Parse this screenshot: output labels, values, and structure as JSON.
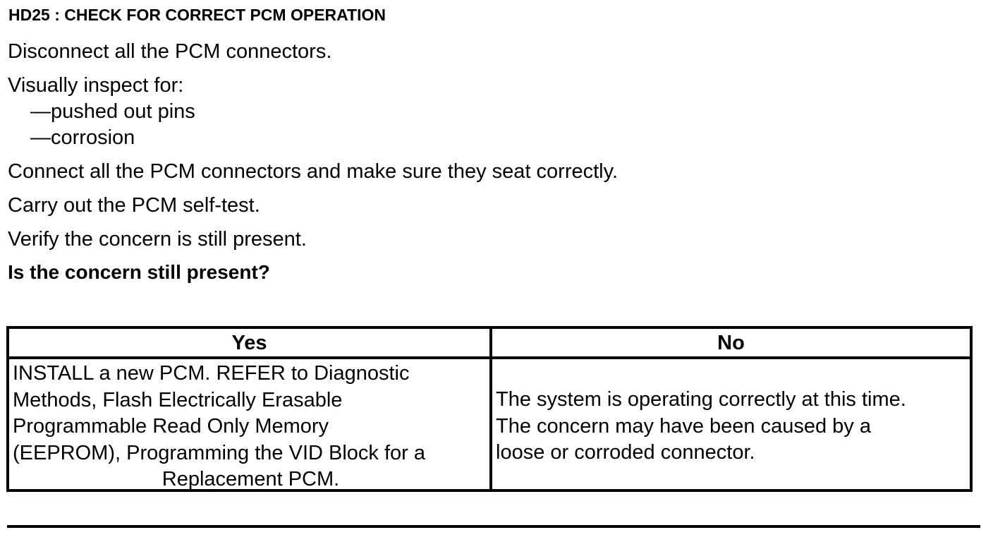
{
  "heading": "HD25 : CHECK FOR CORRECT PCM OPERATION",
  "steps": {
    "disconnect": "Disconnect all the PCM connectors.",
    "inspect": "Visually inspect for:",
    "inspect_items": [
      "—pushed out pins",
      "—corrosion"
    ],
    "connect": "Connect all the PCM connectors and make sure they seat correctly.",
    "selftest": "Carry out the PCM self-test.",
    "verify": "Verify the concern is still present.",
    "question": "Is the concern still present?"
  },
  "table": {
    "yes_header": "Yes",
    "no_header": "No",
    "yes_lines": [
      "INSTALL a new PCM. REFER to Diagnostic",
      "Methods,  Flash Electrically Erasable",
      "Programmable Read Only Memory",
      "(EEPROM), Programming the VID Block for a",
      "Replacement PCM."
    ],
    "no_lines": [
      "The system is operating correctly at this time.",
      "The concern may have been caused by a",
      "loose or corroded connector."
    ]
  }
}
